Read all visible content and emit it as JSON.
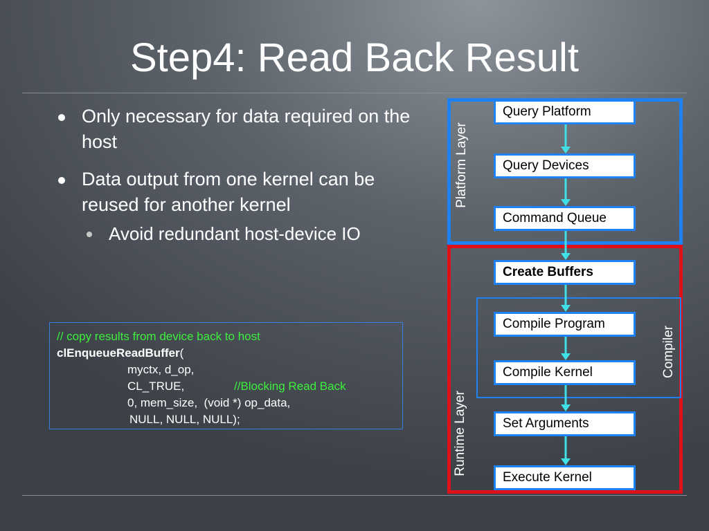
{
  "slide": {
    "title": "Step4: Read Back Result"
  },
  "bullets": [
    "Only necessary for data  required on the host",
    "Data output from one kernel can be reused for another kernel"
  ],
  "sub_bullet": "Avoid redundant host-device IO",
  "code": {
    "comment": "// copy results from device back to host",
    "function": "clEnqueueReadBuffer",
    "open_paren": "(",
    "arg1": "myctx, d_op,",
    "arg2": "CL_TRUE,",
    "arg2_comment": "//Blocking Read Back",
    "arg3": "0, mem_size,  (void *) op_data,",
    "arg4": "NULL, NULL, NULL);"
  },
  "diagram": {
    "platform_layer_label": "Platform Layer",
    "runtime_layer_label": "Runtime Layer",
    "compiler_label": "Compiler",
    "steps": [
      "Query Platform",
      "Query Devices",
      "Command Queue",
      "Create Buffers",
      "Compile Program",
      "Compile Kernel",
      "Set Arguments",
      "Execute Kernel"
    ],
    "highlighted_step": "Create Buffers",
    "colors": {
      "platform": "#1e82f5",
      "runtime": "#e0101a",
      "arrow": "#40e0e8",
      "code_comment": "#3cf03c"
    }
  }
}
